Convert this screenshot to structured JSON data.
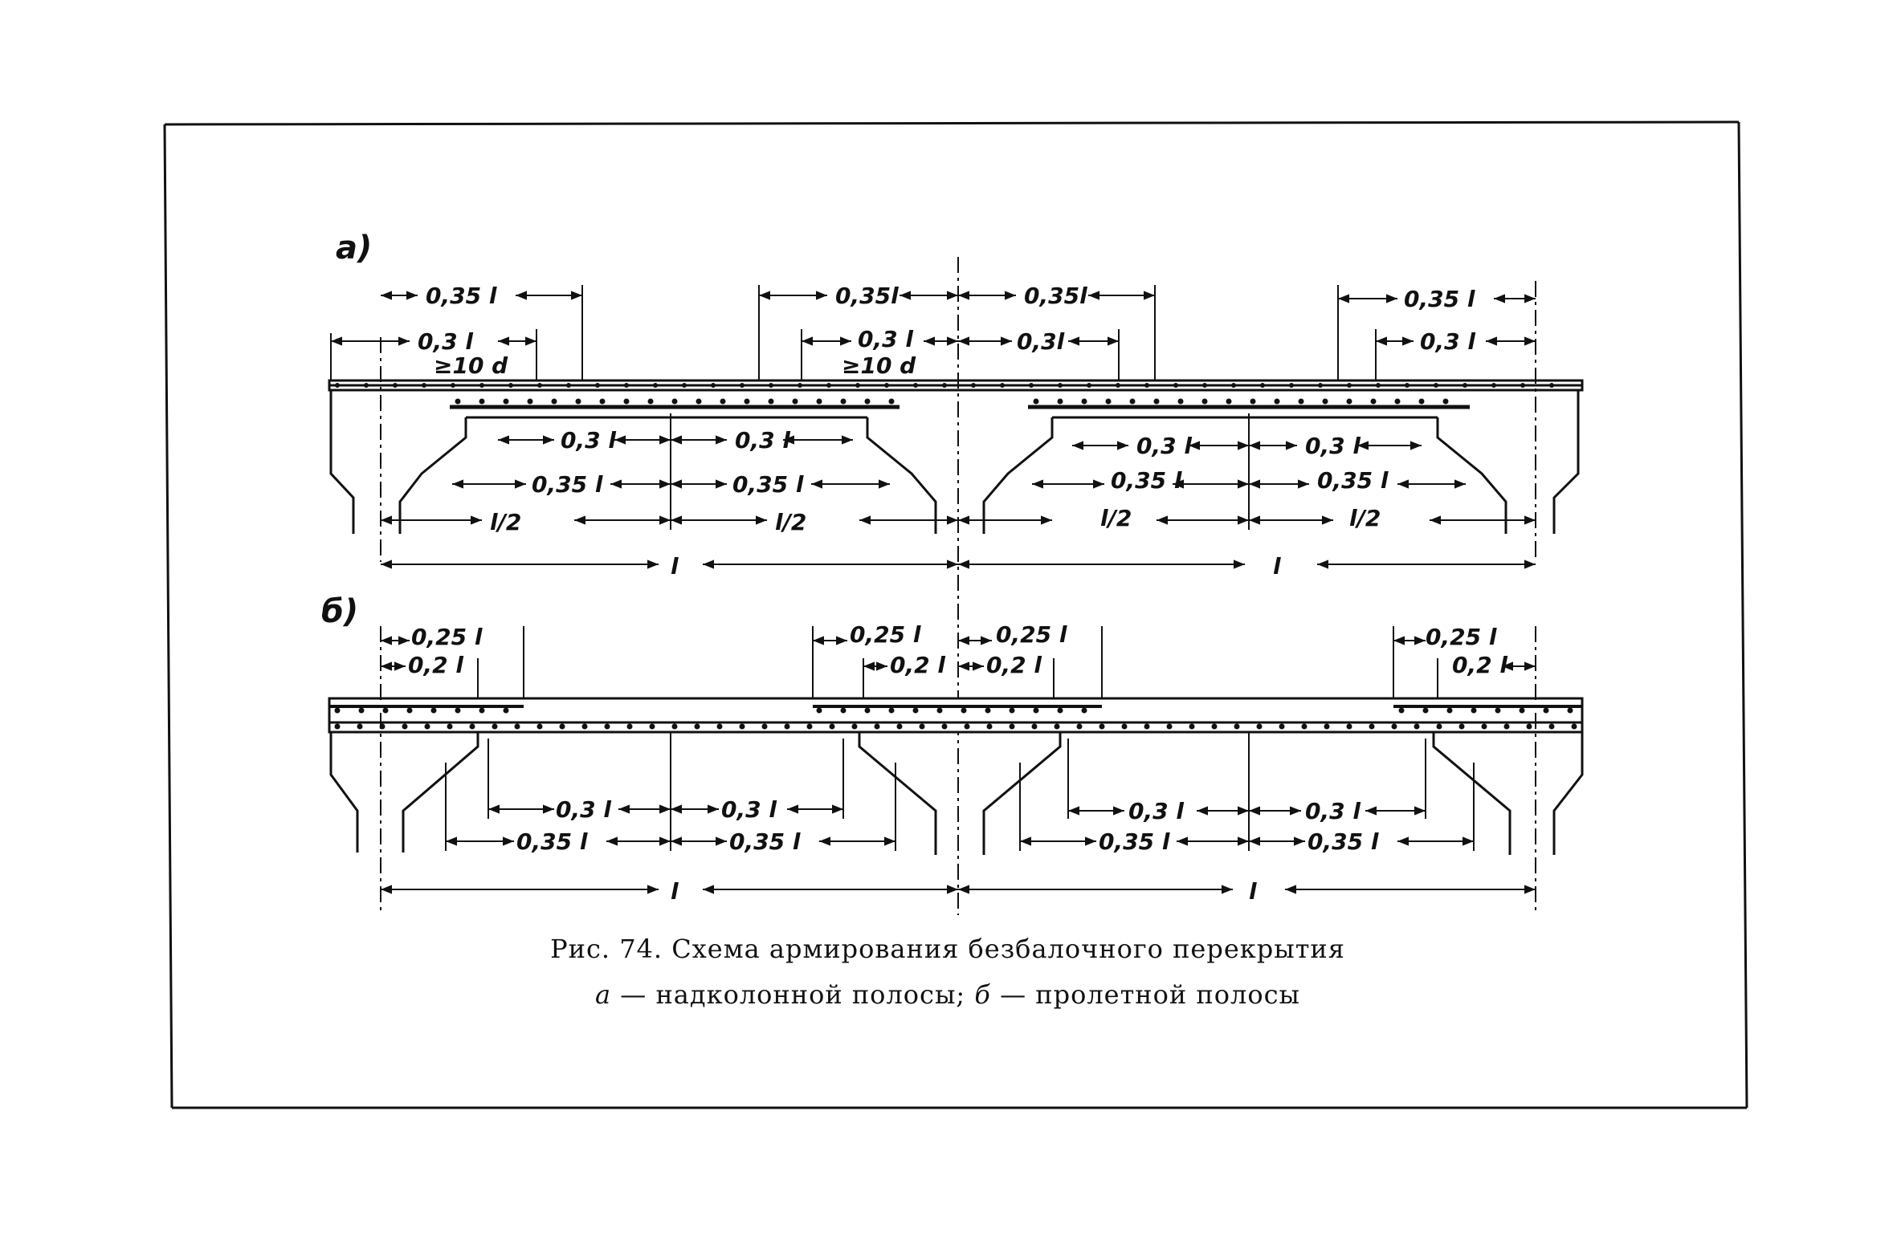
{
  "figure": {
    "panel_a_label": "а)",
    "panel_b_label": "б)",
    "caption_title": "Рис. 74. Схема армирования безбалочного перекрытия",
    "caption_a_letter": "а",
    "caption_a_text": "— надколонной полосы;",
    "caption_b_letter": "б",
    "caption_b_text": "— пролетной полосы"
  },
  "dimensions_a": {
    "d035": "0,35 l",
    "d035b": "0,35l",
    "d03": "0,3 l",
    "d03b": "0,3l",
    "ge10d": "≥10 d",
    "half": "l/2",
    "span": "l"
  },
  "dimensions_b": {
    "d025": "0,25 l",
    "d02": "0,2 l",
    "d03": "0,3 l",
    "d035": "0,35 l",
    "span": "l"
  },
  "colors": {
    "ink": "#111111",
    "paper": "#ffffff"
  }
}
